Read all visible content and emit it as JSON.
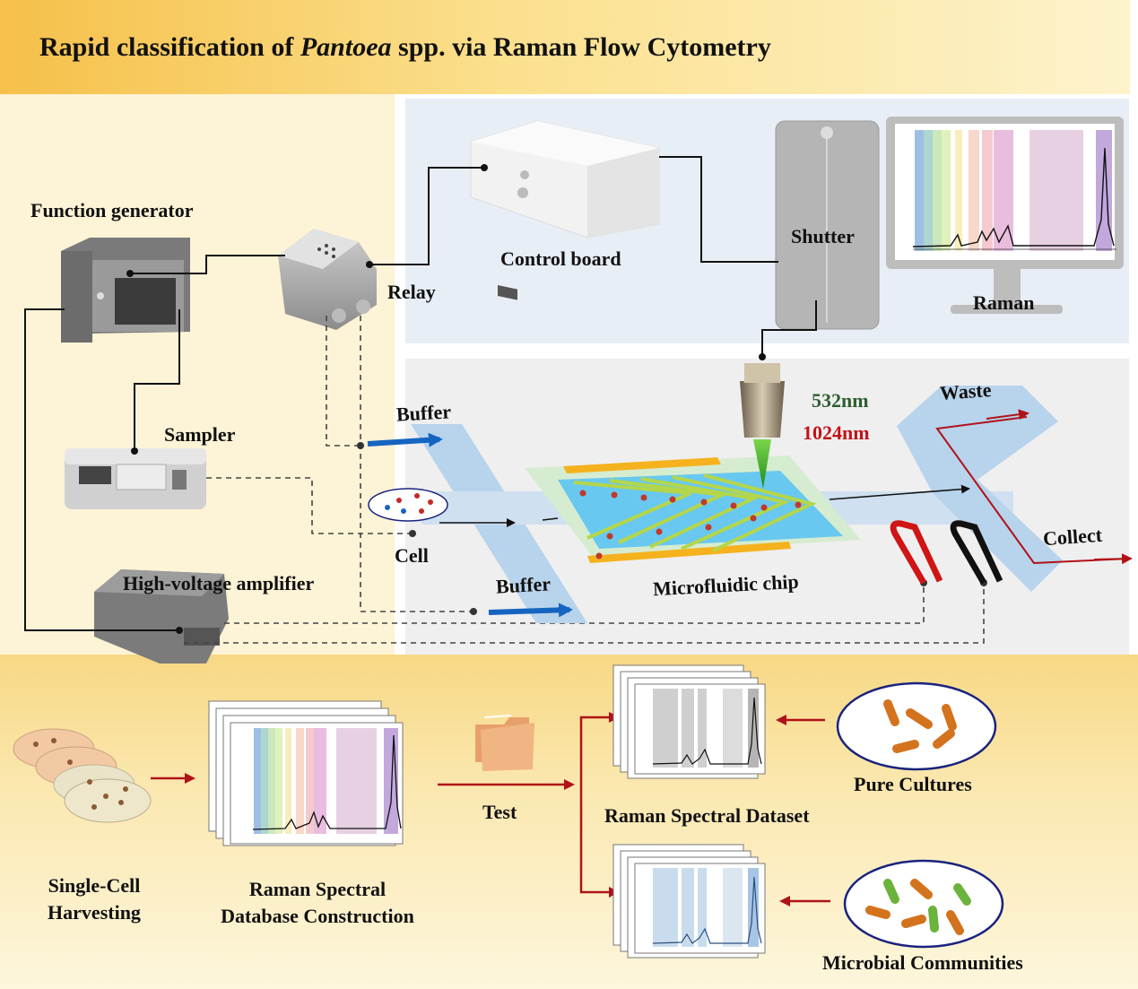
{
  "title": {
    "prefix": "Rapid classification of ",
    "italic": "Pantoea",
    "suffix": " spp. via Raman Flow Cytometry"
  },
  "hardware": {
    "function_generator": "Function generator",
    "relay": "Relay",
    "control_board": "Control board",
    "shutter": "Shutter",
    "raman": "Raman",
    "sampler": "Sampler",
    "high_voltage_amplifier": "High-voltage amplifier"
  },
  "chip": {
    "buffer_top": "Buffer",
    "buffer_bottom": "Buffer",
    "cell": "Cell",
    "chip_label": "Microfluidic chip",
    "laser_green": "532nm",
    "laser_red": "1024nm",
    "waste": "Waste",
    "collect": "Collect",
    "colors": {
      "green": "#2e5e2e",
      "red": "#c0141a"
    }
  },
  "workflow": {
    "harvesting_line1": "Single-Cell",
    "harvesting_line2": "Harvesting",
    "database_line1": "Raman Spectral",
    "database_line2": "Database Construction",
    "test": "Test",
    "dataset": "Raman Spectral Dataset",
    "pure_cultures": "Pure Cultures",
    "microbial_communities": "Microbial Communities"
  }
}
